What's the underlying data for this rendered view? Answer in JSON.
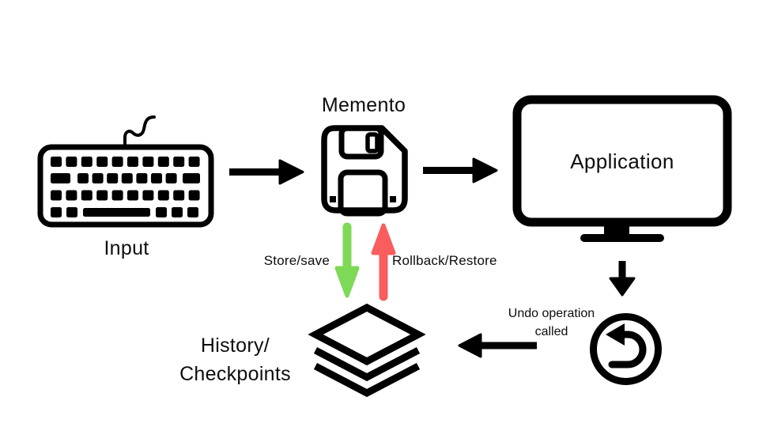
{
  "background": "#ffffff",
  "colors": {
    "ink": "#000000",
    "store_green": "#7ED957",
    "rollback_red": "#F95D5D"
  },
  "nodes": {
    "input": {
      "label": "Input",
      "icon": "keyboard-icon"
    },
    "memento": {
      "label": "Memento",
      "icon": "floppy-disk-icon"
    },
    "application": {
      "label": "Application",
      "icon": "monitor-icon"
    },
    "history": {
      "label_line1": "History/",
      "label_line2": "Checkpoints",
      "icon": "layers-icon"
    },
    "undo": {
      "icon": "undo-circle-icon"
    }
  },
  "edges": {
    "input_to_memento": {
      "type": "arrow-right"
    },
    "memento_to_application": {
      "type": "arrow-right"
    },
    "application_to_undo": {
      "type": "arrow-down"
    },
    "undo_to_history": {
      "type": "arrow-left",
      "label_line1": "Undo operation",
      "label_line2": "called"
    },
    "store": {
      "label": "Store/save",
      "type": "arrow-down",
      "color": "#7ED957"
    },
    "rollback": {
      "label": "Rollback/Restore",
      "type": "arrow-up",
      "color": "#F95D5D"
    }
  }
}
